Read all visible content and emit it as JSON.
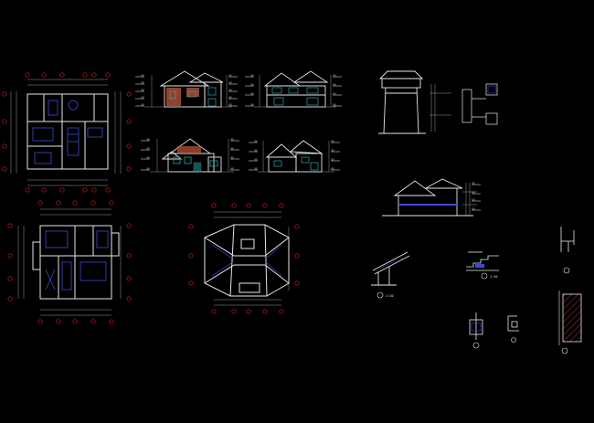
{
  "canvas": {
    "background": "#000000"
  },
  "palette": {
    "linework": "#e6e6e6",
    "wall": "#3a4bd6",
    "grid_bubble": "#d11a1a",
    "roof": "#c4573c",
    "window": "#2fa7a7",
    "dim": "#9a9a9a",
    "hatch": "#7a2a2a"
  },
  "drawings": {
    "plan_first_floor": {
      "kind": "floor-plan"
    },
    "plan_second_floor": {
      "kind": "floor-plan"
    },
    "plan_roof": {
      "kind": "roof-plan"
    },
    "elev_front": {
      "kind": "elevation"
    },
    "elev_rear": {
      "kind": "elevation"
    },
    "elev_left": {
      "kind": "elevation"
    },
    "elev_right": {
      "kind": "elevation"
    },
    "chimney_detail": {
      "kind": "detail"
    },
    "section_main": {
      "kind": "section"
    },
    "detail_eave": {
      "kind": "detail",
      "scale_note": "1:20"
    },
    "detail_stair": {
      "kind": "detail",
      "scale_note": "1:20"
    },
    "detail_parapet": {
      "kind": "detail"
    },
    "detail_column": {
      "kind": "detail"
    },
    "detail_small_a": {
      "kind": "detail"
    },
    "detail_small_b": {
      "kind": "detail"
    },
    "detail_wall_section": {
      "kind": "detail"
    }
  }
}
